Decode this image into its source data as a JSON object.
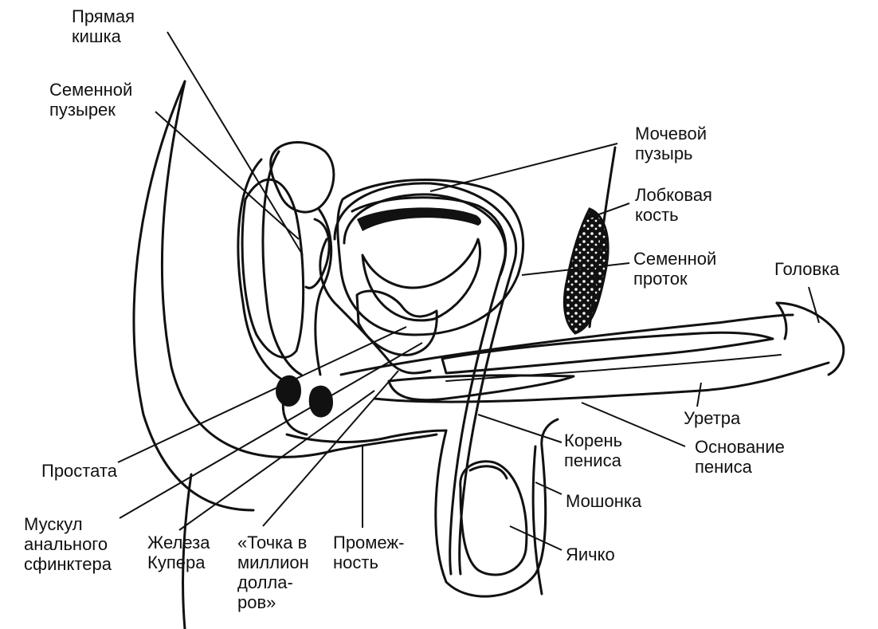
{
  "labels": {
    "rectum": {
      "line1": "Прямая",
      "line2": "кишка"
    },
    "seminal_vesicle": {
      "line1": "Семенной",
      "line2": "пузырек"
    },
    "bladder": {
      "line1": "Мочевой",
      "line2": "пузырь"
    },
    "pubic_bone": {
      "line1": "Лобковая",
      "line2": "кость"
    },
    "vas_deferens": {
      "line1": "Семенной",
      "line2": "проток"
    },
    "glans": {
      "line1": "Головка"
    },
    "urethra": {
      "line1": "Уретра"
    },
    "penis_root": {
      "line1": "Корень",
      "line2": "пениса"
    },
    "penis_base": {
      "line1": "Основание",
      "line2": "пениса"
    },
    "scrotum": {
      "line1": "Мошонка"
    },
    "testicle": {
      "line1": "Яичко"
    },
    "prostate": {
      "line1": "Простата"
    },
    "anal_sphincter": {
      "line1": "Мускул",
      "line2": "анального",
      "line3": "сфинктера"
    },
    "cowper_gland": {
      "line1": "Железа",
      "line2": "Купера"
    },
    "million_point": {
      "line1": "«Точка в",
      "line2": "миллион",
      "line3": "долла-",
      "line4": "ров»"
    },
    "perineum": {
      "line1": "Промеж-",
      "line2": "ность"
    }
  },
  "colors": {
    "ink": "#111111",
    "background": "#ffffff"
  }
}
